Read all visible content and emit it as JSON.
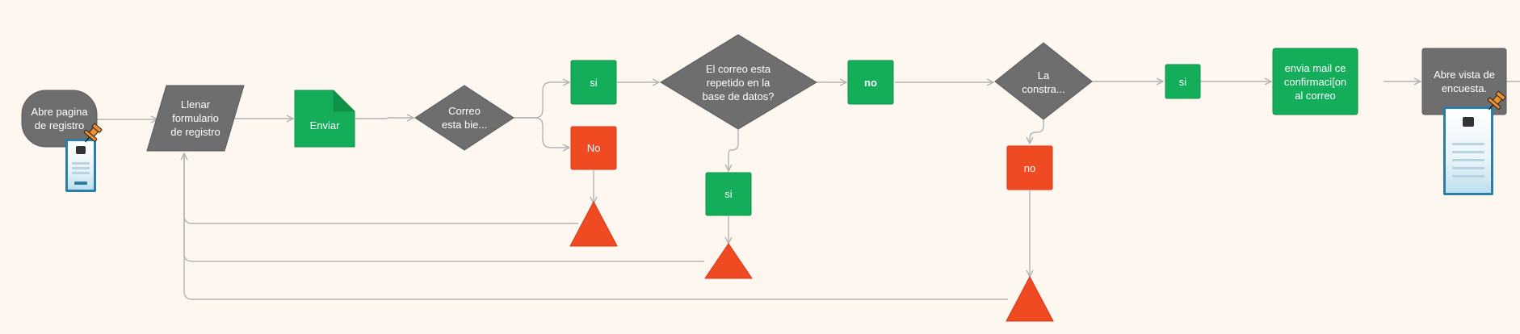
{
  "colors": {
    "background": "#fdf7f0",
    "grey_node": "#6e6e6e",
    "green_node": "#14ad5a",
    "red_node": "#f04a23",
    "connector": "#b4b4b4",
    "pin": "#f0902c"
  },
  "nodes": {
    "start": "Abre pagina\nde registro",
    "fill_form": "Llenar\nformulario\nde registro",
    "send": "Enviar",
    "check_email": "Correo\nesta bie...",
    "yes_1": "si",
    "no_1": "No",
    "check_repeated": "El correo esta\nrepetido en la\nbase de datos?",
    "yes_2": "si",
    "no_2": "no",
    "check_password": "La\nconstra...",
    "no_3": "no",
    "yes_3": "si",
    "send_mail": "envia  mail ce\nconfirmaci[on\nal correo",
    "open_survey": "Abre vista de\nencuesta."
  },
  "icons": {
    "pin": "pin-icon",
    "warning": "warning-triangle-icon",
    "document": "document-shape-icon"
  }
}
